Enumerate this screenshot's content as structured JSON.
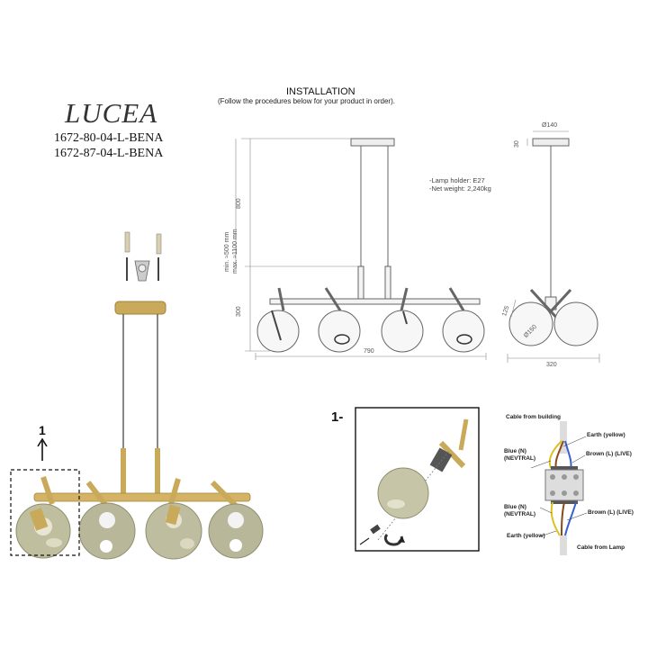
{
  "product": {
    "brand": "LUCEA",
    "codes": [
      "1672-80-04-L-BENA",
      "1672-87-04-L-BENA"
    ]
  },
  "installation": {
    "title": "INSTALLATION",
    "subtitle": "(Follow the procedures below for your product in order)."
  },
  "specs": [
    "-Lamp holder: E27",
    "-Net weight: 2,240kg"
  ],
  "dimensions": {
    "cable_length": "800",
    "fixture_height": "300",
    "min_height": "min. ≈500 mm",
    "max_height": "max. ≈1100 mm",
    "width": "790",
    "canopy_diameter": "Ø140",
    "canopy_height": "30",
    "globe_diameter": "Ø150",
    "arm_length": "125",
    "depth": "320"
  },
  "steps": {
    "detail_callout": "1",
    "detail_label": "1-"
  },
  "wiring": {
    "cable_from_building": "Cable from building",
    "cable_from_lamp": "Cable from Lamp",
    "earth_top": "Earth (yellow)",
    "earth_bottom": "Earth (yellow)",
    "blue_top": "Blue (N)\n(NEVTRAL)",
    "blue_bottom": "Blue (N)\n(NEVTRAL)",
    "brown_top": "Brown (L) (LIVE)",
    "brown_bottom": "Brown (L) (LIVE)"
  },
  "colors": {
    "brass": "#c9a95a",
    "brass_dark": "#a4823a",
    "glass": "#b8b79a",
    "line": "#555555",
    "wire_blue": "#3a5fd0",
    "wire_brown": "#8a4b1c",
    "wire_yellow": "#e0c020"
  }
}
